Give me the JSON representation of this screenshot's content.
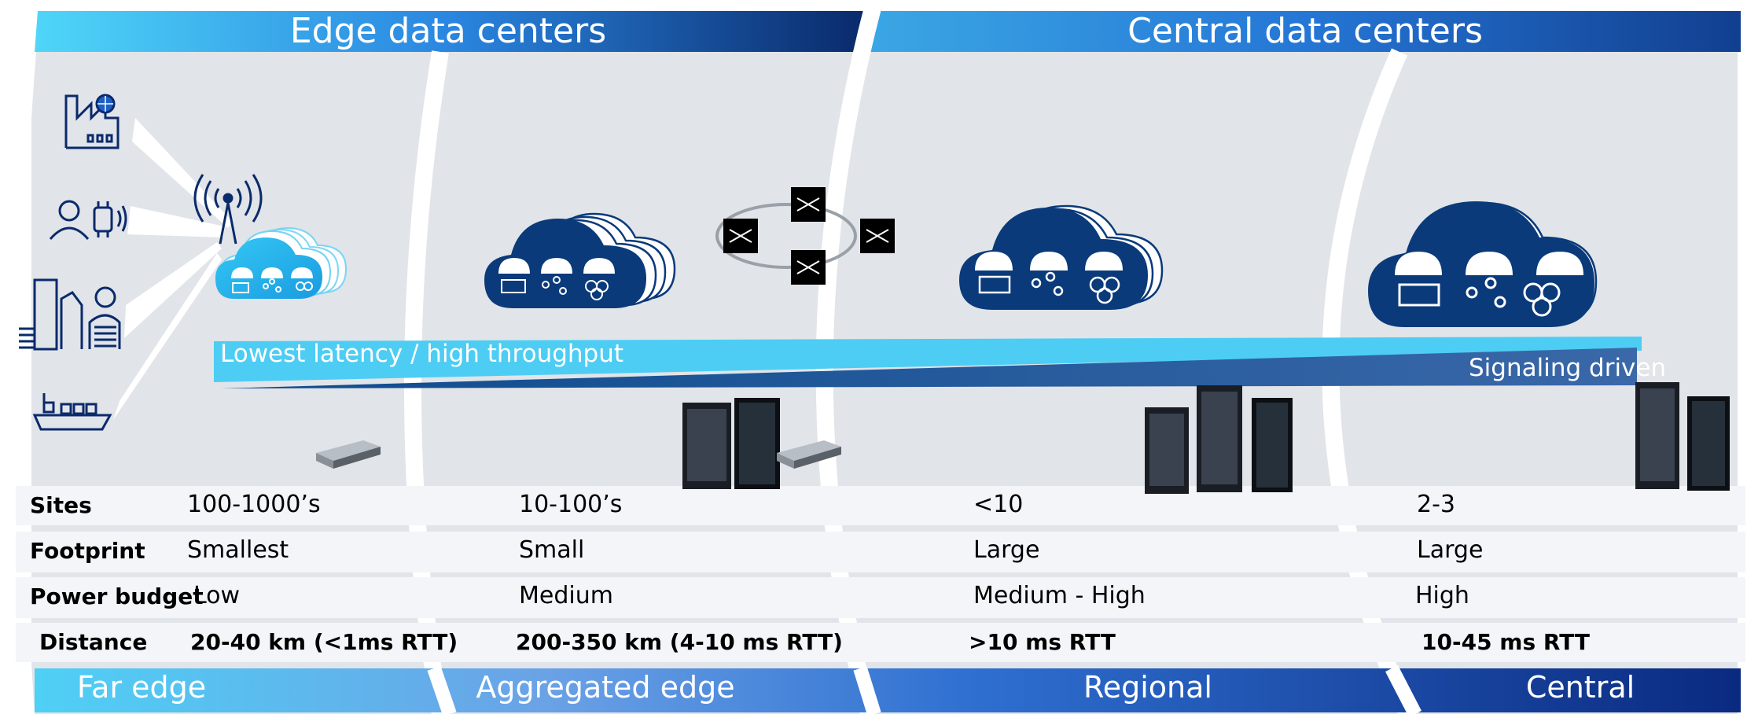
{
  "headers": {
    "edge": "Edge data centers",
    "central": "Central data centers"
  },
  "bands": {
    "latency": "Lowest latency / high throughput",
    "signaling": "Signaling driven"
  },
  "rows": [
    {
      "label": "Sites",
      "values": [
        "100-1000’s",
        "10-100’s",
        "<10",
        "2-3"
      ]
    },
    {
      "label": "Footprint",
      "values": [
        "Smallest",
        "Small",
        "Large",
        "Large"
      ]
    },
    {
      "label": "Power budget",
      "values": [
        "Low",
        "Medium",
        "Medium - High",
        "High"
      ]
    },
    {
      "label": "Distance",
      "values": [
        "20-40 km (<1ms RTT)",
        "200-350 km (4-10 ms RTT)",
        ">10 ms RTT",
        "10-45 ms RTT"
      ]
    }
  ],
  "tiers": [
    "Far edge",
    "Aggregated edge",
    "Regional",
    "Central"
  ],
  "icons": {
    "sources": [
      "factory-icon",
      "person-watch-icon",
      "city-person-icon",
      "ship-icon"
    ],
    "tower": "antenna-tower-icon",
    "clouds": "cloud-stack-icon",
    "switch": "network-switch-icon",
    "servers": "server-rack-icon"
  },
  "colors": {
    "light_blue": "#4fd0f5",
    "mid_blue": "#2f6fd0",
    "dark_navy": "#0a2a6b",
    "cloud_navy": "#0a3a7a",
    "panel_grey": "#e1e4e8",
    "row_white": "#f3f5f8"
  }
}
